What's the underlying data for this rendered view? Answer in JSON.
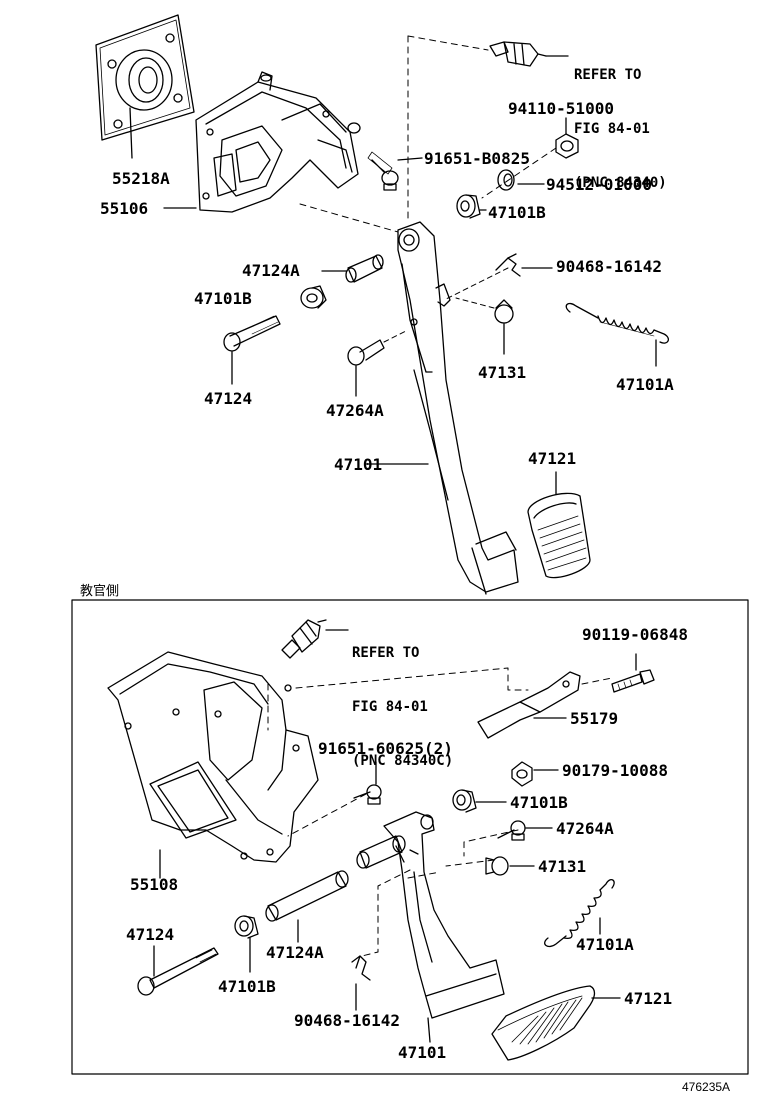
{
  "top": {
    "ref_line1": "REFER TO",
    "ref_line2": "FIG 84-01",
    "ref_line3": "(PNC 84340)",
    "labels": {
      "p55218A": "55218A",
      "p55106": "55106",
      "p91651B0825": "91651-B0825",
      "p9411051000": "94110-51000",
      "p9451201000": "94512-01000",
      "p47101B_a": "47101B",
      "p47124A": "47124A",
      "p47101B_b": "47101B",
      "p9046816142": "90468-16142",
      "p47124": "47124",
      "p47264A": "47264A",
      "p47131": "47131",
      "p47101A": "47101A",
      "p47101": "47101",
      "p47121": "47121"
    }
  },
  "bottom": {
    "section_title": "教官側",
    "ref_line1": "REFER TO",
    "ref_line2": "FIG 84-01",
    "ref_line3": "(PNC 84340C)",
    "labels": {
      "p9011906848": "90119-06848",
      "p55179": "55179",
      "p9165160625": "91651-60625(2)",
      "p9017910088": "90179-10088",
      "p47101B_a": "47101B",
      "p47264A": "47264A",
      "p55108": "55108",
      "p47131": "47131",
      "p47124": "47124",
      "p47124A": "47124A",
      "p47101B_b": "47101B",
      "p47101A": "47101A",
      "p47121": "47121",
      "p9046816142": "90468-16142",
      "p47101": "47101"
    }
  },
  "figure_number": "476235A"
}
